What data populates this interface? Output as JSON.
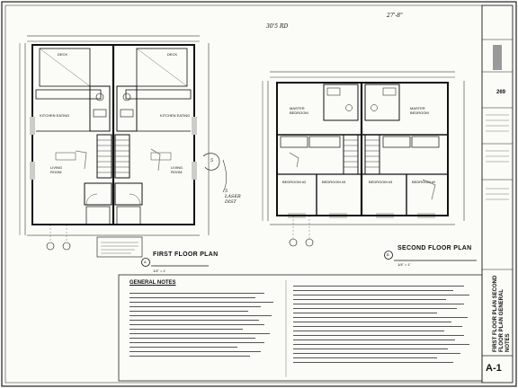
{
  "plans": {
    "first": {
      "title": "FIRST FLOOR PLAN",
      "scale": "1/4\" = 1'",
      "marker": "A",
      "rooms": {
        "deck_left": "DECK",
        "deck_right": "DECK",
        "kitchen_left": "KITCHEN EATING",
        "kitchen_right": "KITCHEN EATING",
        "living_left": "LIVING ROOM",
        "living_right": "LIVING ROOM"
      },
      "annotation": "5 LASER DIST",
      "circled_mark": "5"
    },
    "second": {
      "title": "SECOND FLOOR PLAN",
      "scale": "1/4\" = 1'",
      "marker": "B",
      "rooms": {
        "master_left": "MASTER BEDROOM",
        "master_right": "MASTER BEDROOM",
        "bed2_left": "BEDROOM #2",
        "bed3_left": "BEDROOM #3",
        "bed3_right": "BEDROOM #3",
        "bed2_right": "BEDROOM #2"
      }
    }
  },
  "handwritten": {
    "dim_top_left": "30'5 RD",
    "dim_top_right": "27'-8\""
  },
  "notes": {
    "title": "GENERAL NOTES"
  },
  "title_block": {
    "sheet_number": "A-1",
    "sheet_titles": "FIRST FLOOR PLAN SECOND FLOOR PLAN GENERAL NOTES",
    "project_number": "269"
  }
}
